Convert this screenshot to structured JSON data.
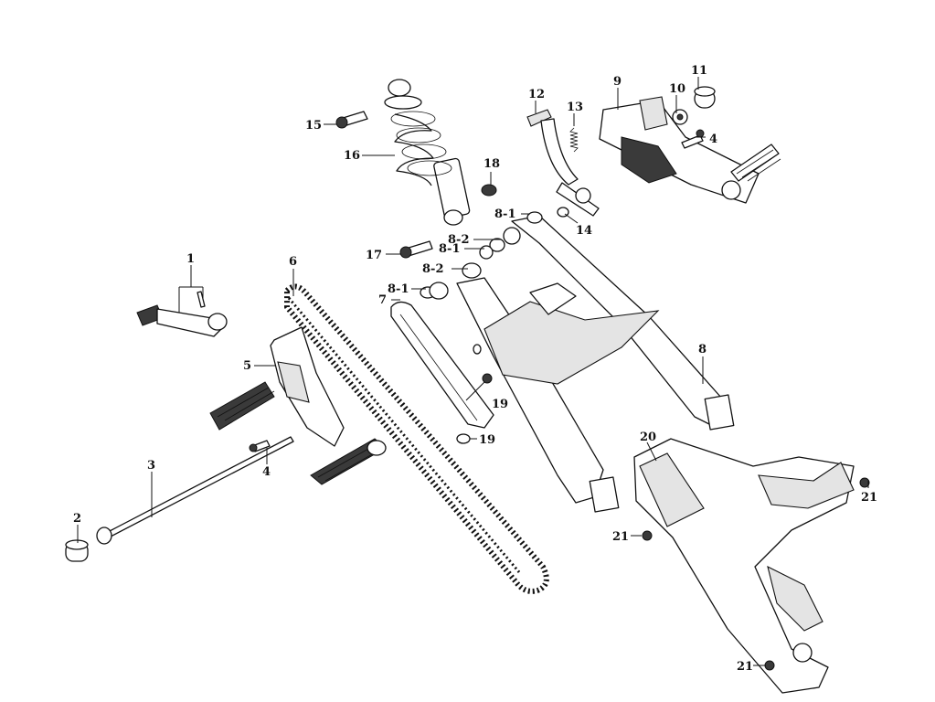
{
  "labels": {
    "l1": "1",
    "l2": "2",
    "l3": "3",
    "l4a": "4",
    "l4b": "4",
    "l5": "5",
    "l6": "6",
    "l7": "7",
    "l8": "8",
    "l8_1a": "8-1",
    "l8_1b": "8-1",
    "l8_1c": "8-1",
    "l8_2a": "8-2",
    "l8_2b": "8-2",
    "l9": "9",
    "l10": "10",
    "l11": "11",
    "l12": "12",
    "l13": "13",
    "l14": "14",
    "l15": "15",
    "l16": "16",
    "l17": "17",
    "l18": "18",
    "l19a": "19",
    "l19b": "19",
    "l20": "20",
    "l21a": "21",
    "l21b": "21",
    "l21c": "21"
  }
}
